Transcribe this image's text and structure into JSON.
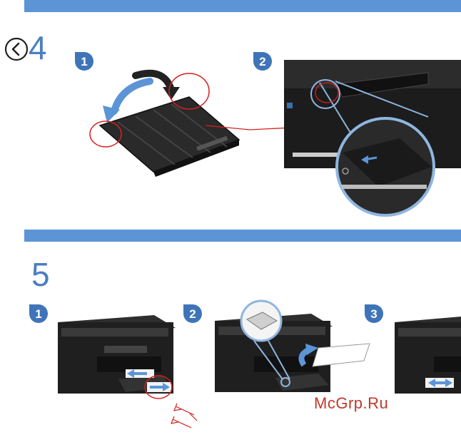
{
  "colors": {
    "accent": "#5b95d6",
    "step_text": "#4a7fc1",
    "annotation": "#d62020"
  },
  "step4": {
    "number": "4",
    "back_icon": "chevron-left-circle-icon",
    "substeps": [
      "1",
      "2"
    ]
  },
  "step5": {
    "number": "5",
    "substeps": [
      "1",
      "2",
      "3"
    ]
  },
  "watermark": "McGrp.Ru"
}
